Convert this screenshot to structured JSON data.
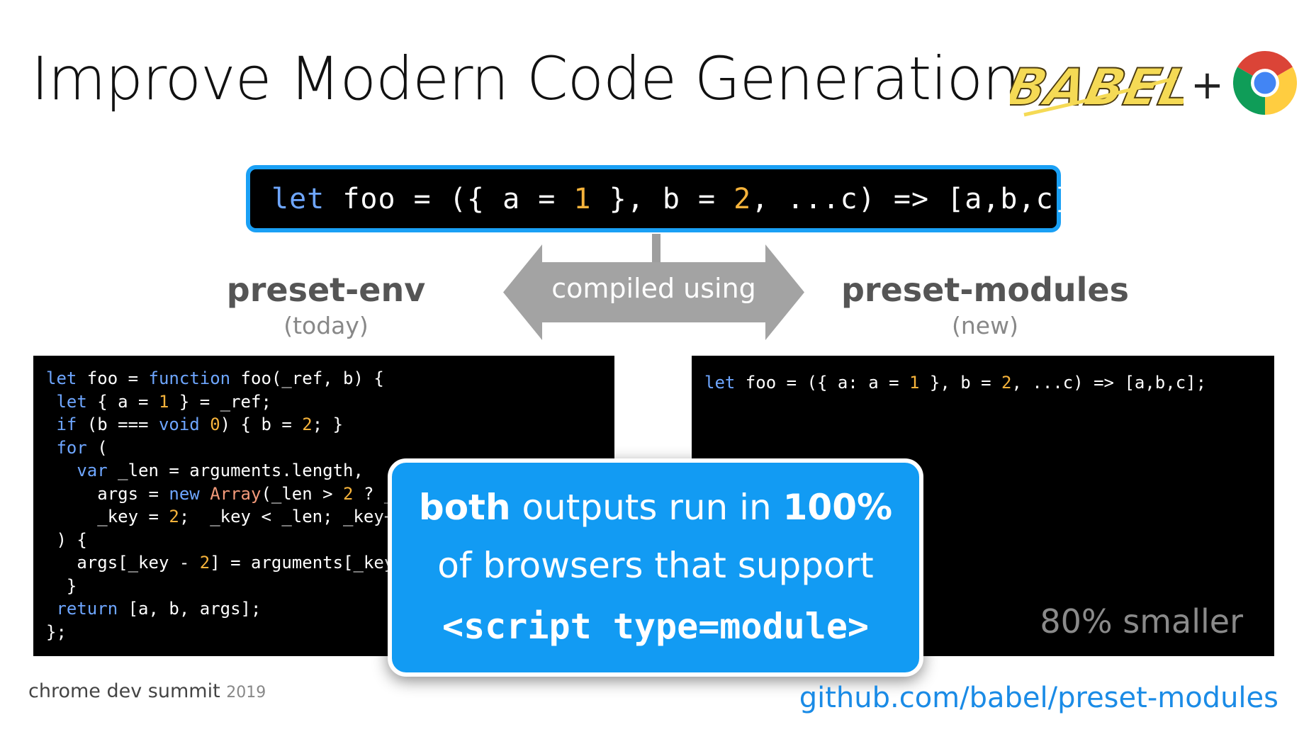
{
  "slide": {
    "title": "Improve Modern Code Generation",
    "logos": {
      "babel": "BABEL",
      "plus": "+",
      "chrome": "chrome-icon"
    },
    "source_code": [
      {
        "t": "let",
        "c": "kw"
      },
      {
        "t": " foo = ({ a = ",
        "c": "pl"
      },
      {
        "t": "1",
        "c": "num"
      },
      {
        "t": " }, b = ",
        "c": "pl"
      },
      {
        "t": "2",
        "c": "num"
      },
      {
        "t": ", ...c) => [a,b,c];",
        "c": "pl"
      }
    ],
    "compiled_label": "compiled using",
    "left": {
      "heading": "preset-env",
      "sub": "(today)"
    },
    "right": {
      "heading": "preset-modules",
      "sub": "(new)"
    },
    "left_code": [
      [
        {
          "t": "let",
          "c": "kw"
        },
        {
          "t": " foo = ",
          "c": "pl"
        },
        {
          "t": "function",
          "c": "kw"
        },
        {
          "t": " foo(_ref, b) {",
          "c": "pl"
        }
      ],
      [
        {
          "t": " let",
          "c": "kw"
        },
        {
          "t": " { a = ",
          "c": "pl"
        },
        {
          "t": "1",
          "c": "num"
        },
        {
          "t": " } = _ref;",
          "c": "pl"
        }
      ],
      [
        {
          "t": " if",
          "c": "kw"
        },
        {
          "t": " (b === ",
          "c": "pl"
        },
        {
          "t": "void",
          "c": "kw"
        },
        {
          "t": " ",
          "c": "pl"
        },
        {
          "t": "0",
          "c": "num"
        },
        {
          "t": ") { b = ",
          "c": "pl"
        },
        {
          "t": "2",
          "c": "num"
        },
        {
          "t": "; }",
          "c": "pl"
        }
      ],
      [
        {
          "t": " for",
          "c": "kw"
        },
        {
          "t": " (",
          "c": "pl"
        }
      ],
      [
        {
          "t": "   var",
          "c": "kw"
        },
        {
          "t": " _len = arguments.length,",
          "c": "pl"
        }
      ],
      [
        {
          "t": "     args = ",
          "c": "pl"
        },
        {
          "t": "new",
          "c": "kw"
        },
        {
          "t": " ",
          "c": "pl"
        },
        {
          "t": "Array",
          "c": "fn"
        },
        {
          "t": "(_len > ",
          "c": "pl"
        },
        {
          "t": "2",
          "c": "num"
        },
        {
          "t": " ? _",
          "c": "pl"
        }
      ],
      [
        {
          "t": "     _key = ",
          "c": "pl"
        },
        {
          "t": "2",
          "c": "num"
        },
        {
          "t": ";  _key < _len; _key+",
          "c": "pl"
        }
      ],
      [
        {
          "t": " ) {",
          "c": "pl"
        }
      ],
      [
        {
          "t": "   args[_key - ",
          "c": "pl"
        },
        {
          "t": "2",
          "c": "num"
        },
        {
          "t": "] = arguments[_key",
          "c": "pl"
        }
      ],
      [
        {
          "t": "  }",
          "c": "pl"
        }
      ],
      [
        {
          "t": " return",
          "c": "kw"
        },
        {
          "t": " [a, b, args];",
          "c": "pl"
        }
      ],
      [
        {
          "t": "};",
          "c": "pl"
        }
      ]
    ],
    "right_code": [
      [
        {
          "t": "let",
          "c": "kw"
        },
        {
          "t": " foo = ({ a: a = ",
          "c": "pl"
        },
        {
          "t": "1",
          "c": "num"
        },
        {
          "t": " }, b = ",
          "c": "pl"
        },
        {
          "t": "2",
          "c": "num"
        },
        {
          "t": ", ...c) => [a,b,c];",
          "c": "pl"
        }
      ]
    ],
    "smaller_label": "80% smaller",
    "callout": {
      "line1": [
        {
          "t": "both",
          "b": true
        },
        {
          "t": " outputs run in ",
          "b": false
        },
        {
          "t": "100%",
          "b": true
        }
      ],
      "line2": "of browsers that support",
      "line3": "<script type=module>"
    },
    "footer": {
      "brand": "chrome dev summit",
      "year": "2019",
      "link": "github.com/babel/preset-modules"
    },
    "colors": {
      "accent": "#129bf3",
      "keyword": "#6ea6ff",
      "number": "#f6b33b",
      "link": "#1a8be6"
    }
  }
}
